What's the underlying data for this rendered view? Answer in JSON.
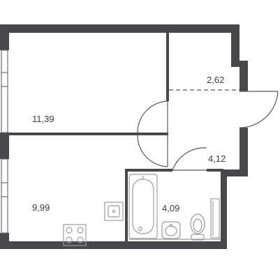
{
  "colors": {
    "wall": "#46484c",
    "line": "#58595c",
    "fixture": "#9a9ca0",
    "window_frame": "#6b6d71",
    "label": "#3c3f45",
    "background": "#ffffff"
  },
  "rooms": [
    {
      "id": "living-room",
      "area": "11,39"
    },
    {
      "id": "hallway",
      "area": "2,62"
    },
    {
      "id": "corridor",
      "area": "4,12"
    },
    {
      "id": "kitchen",
      "area": "9,99"
    },
    {
      "id": "bathroom",
      "area": "4,09"
    }
  ],
  "fixtures": [
    "bathtub",
    "sink",
    "toilet",
    "washing-machine",
    "kitchen-sink",
    "stove"
  ]
}
